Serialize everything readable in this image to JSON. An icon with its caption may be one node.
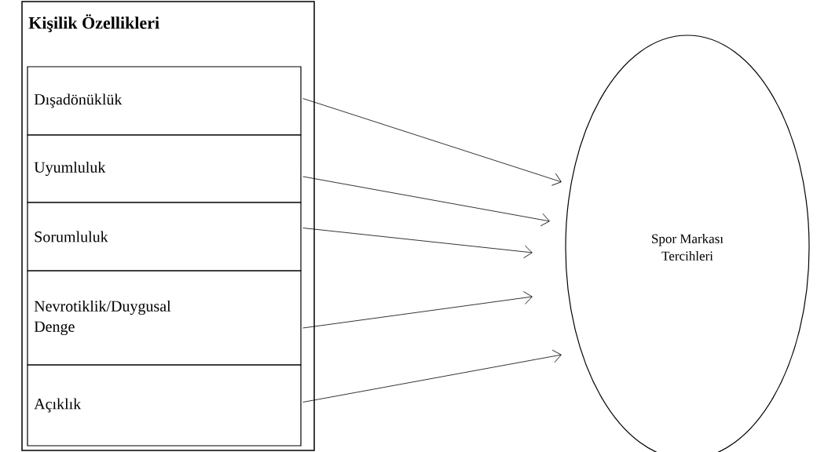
{
  "diagram": {
    "nodes": [
      {
        "text": [
          "Kişilik Özellikleri"
        ]
      },
      {
        "text": [
          "Dışadönüklük"
        ],
        "in": 0
      },
      {
        "text": [
          "Uyumluluk"
        ],
        "in": 0
      },
      {
        "text": [
          "Sorumluluk"
        ],
        "in": 0
      },
      {
        "text": [
          "Nevrotiklik/Duygusal Denge"
        ],
        "in": 0
      },
      {
        "text": [
          "Açıklık"
        ],
        "in": 0
      },
      {
        "text": [
          "Spor Markası Tercihleri"
        ]
      }
    ],
    "edges": [
      {
        "from": 1,
        "to": 6,
        "arrow": "to"
      },
      {
        "from": 2,
        "to": 6,
        "arrow": "to"
      },
      {
        "from": 3,
        "to": 6,
        "arrow": "to"
      },
      {
        "from": 4,
        "to": 6,
        "arrow": "to"
      },
      {
        "from": 5,
        "to": 6,
        "arrow": "to"
      }
    ]
  }
}
